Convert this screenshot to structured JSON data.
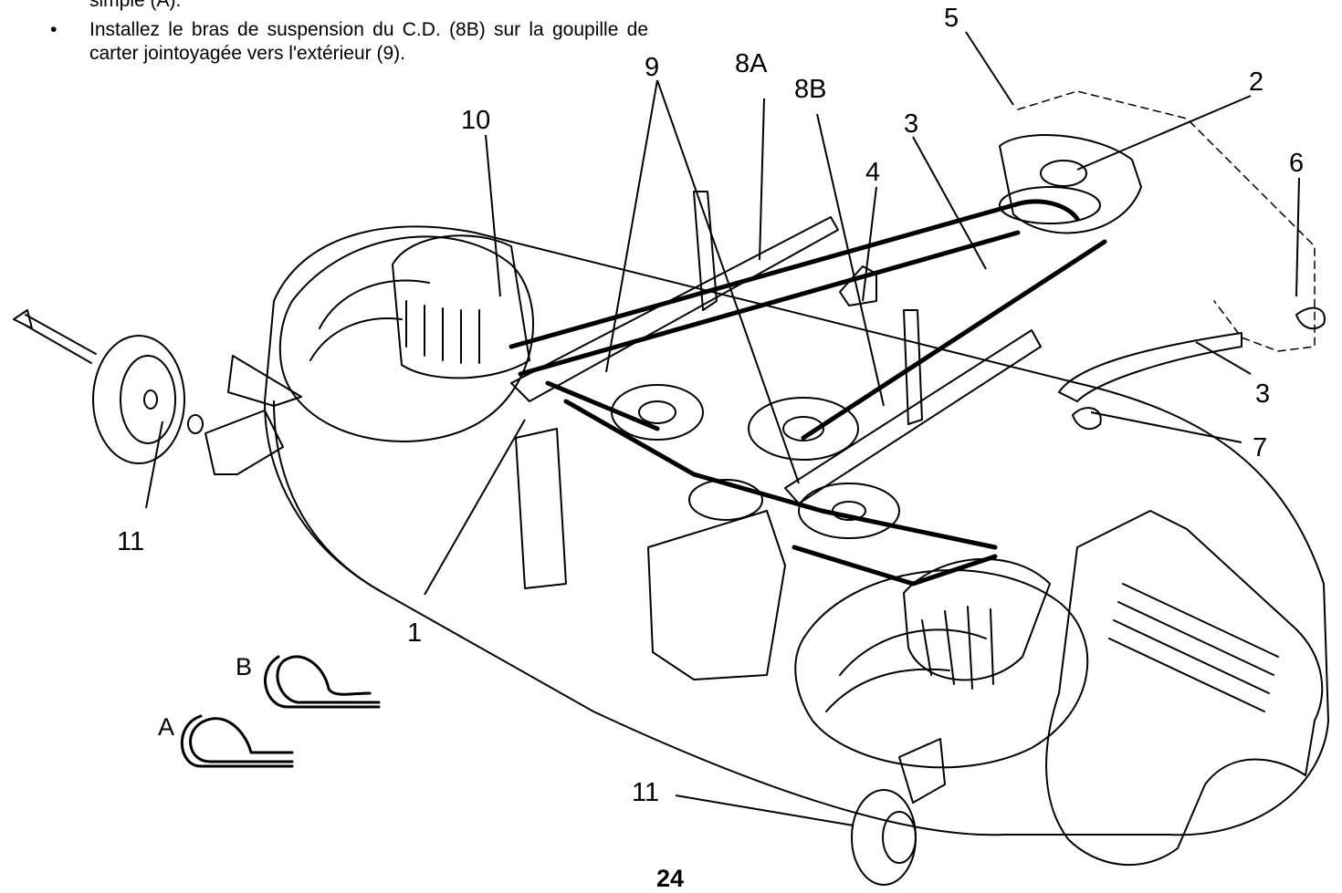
{
  "instructions": {
    "partial_line": "simple (A).",
    "bullet_symbol": "•",
    "bullet_text": "Installez le bras de suspension du C.D. (8B) sur la goupille de carter jointoyagée vers l'extérieur (9)."
  },
  "callouts": {
    "c1": "1",
    "c2": "2",
    "c3_upper": "3",
    "c3_lower": "3",
    "c4": "4",
    "c5": "5",
    "c6": "6",
    "c7": "7",
    "c8a": "8A",
    "c8b": "8B",
    "c9": "9",
    "c10": "10",
    "c11_left": "11",
    "c11_bottom": "11"
  },
  "clips": {
    "a": "A",
    "b": "B"
  },
  "page_number": "24"
}
